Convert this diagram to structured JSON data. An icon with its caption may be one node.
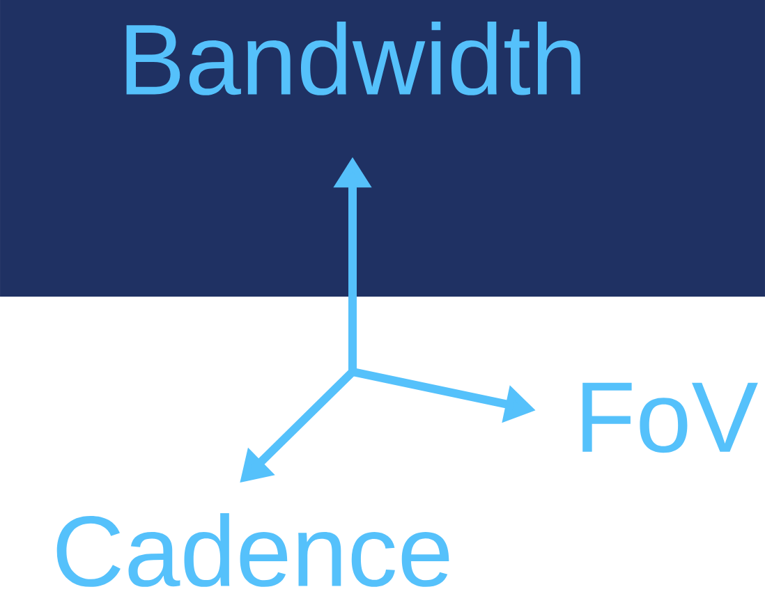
{
  "diagram": {
    "nodes": [
      {
        "text": [
          "Bandwidth"
        ]
      },
      {
        "text": [
          "FoV"
        ]
      },
      {
        "text": [
          "Cadence"
        ]
      }
    ],
    "edges": [
      {
        "from": null,
        "to": 0,
        "arrow": "to"
      },
      {
        "from": null,
        "to": 1,
        "arrow": "to"
      },
      {
        "from": null,
        "to": 2,
        "arrow": "to"
      }
    ]
  }
}
